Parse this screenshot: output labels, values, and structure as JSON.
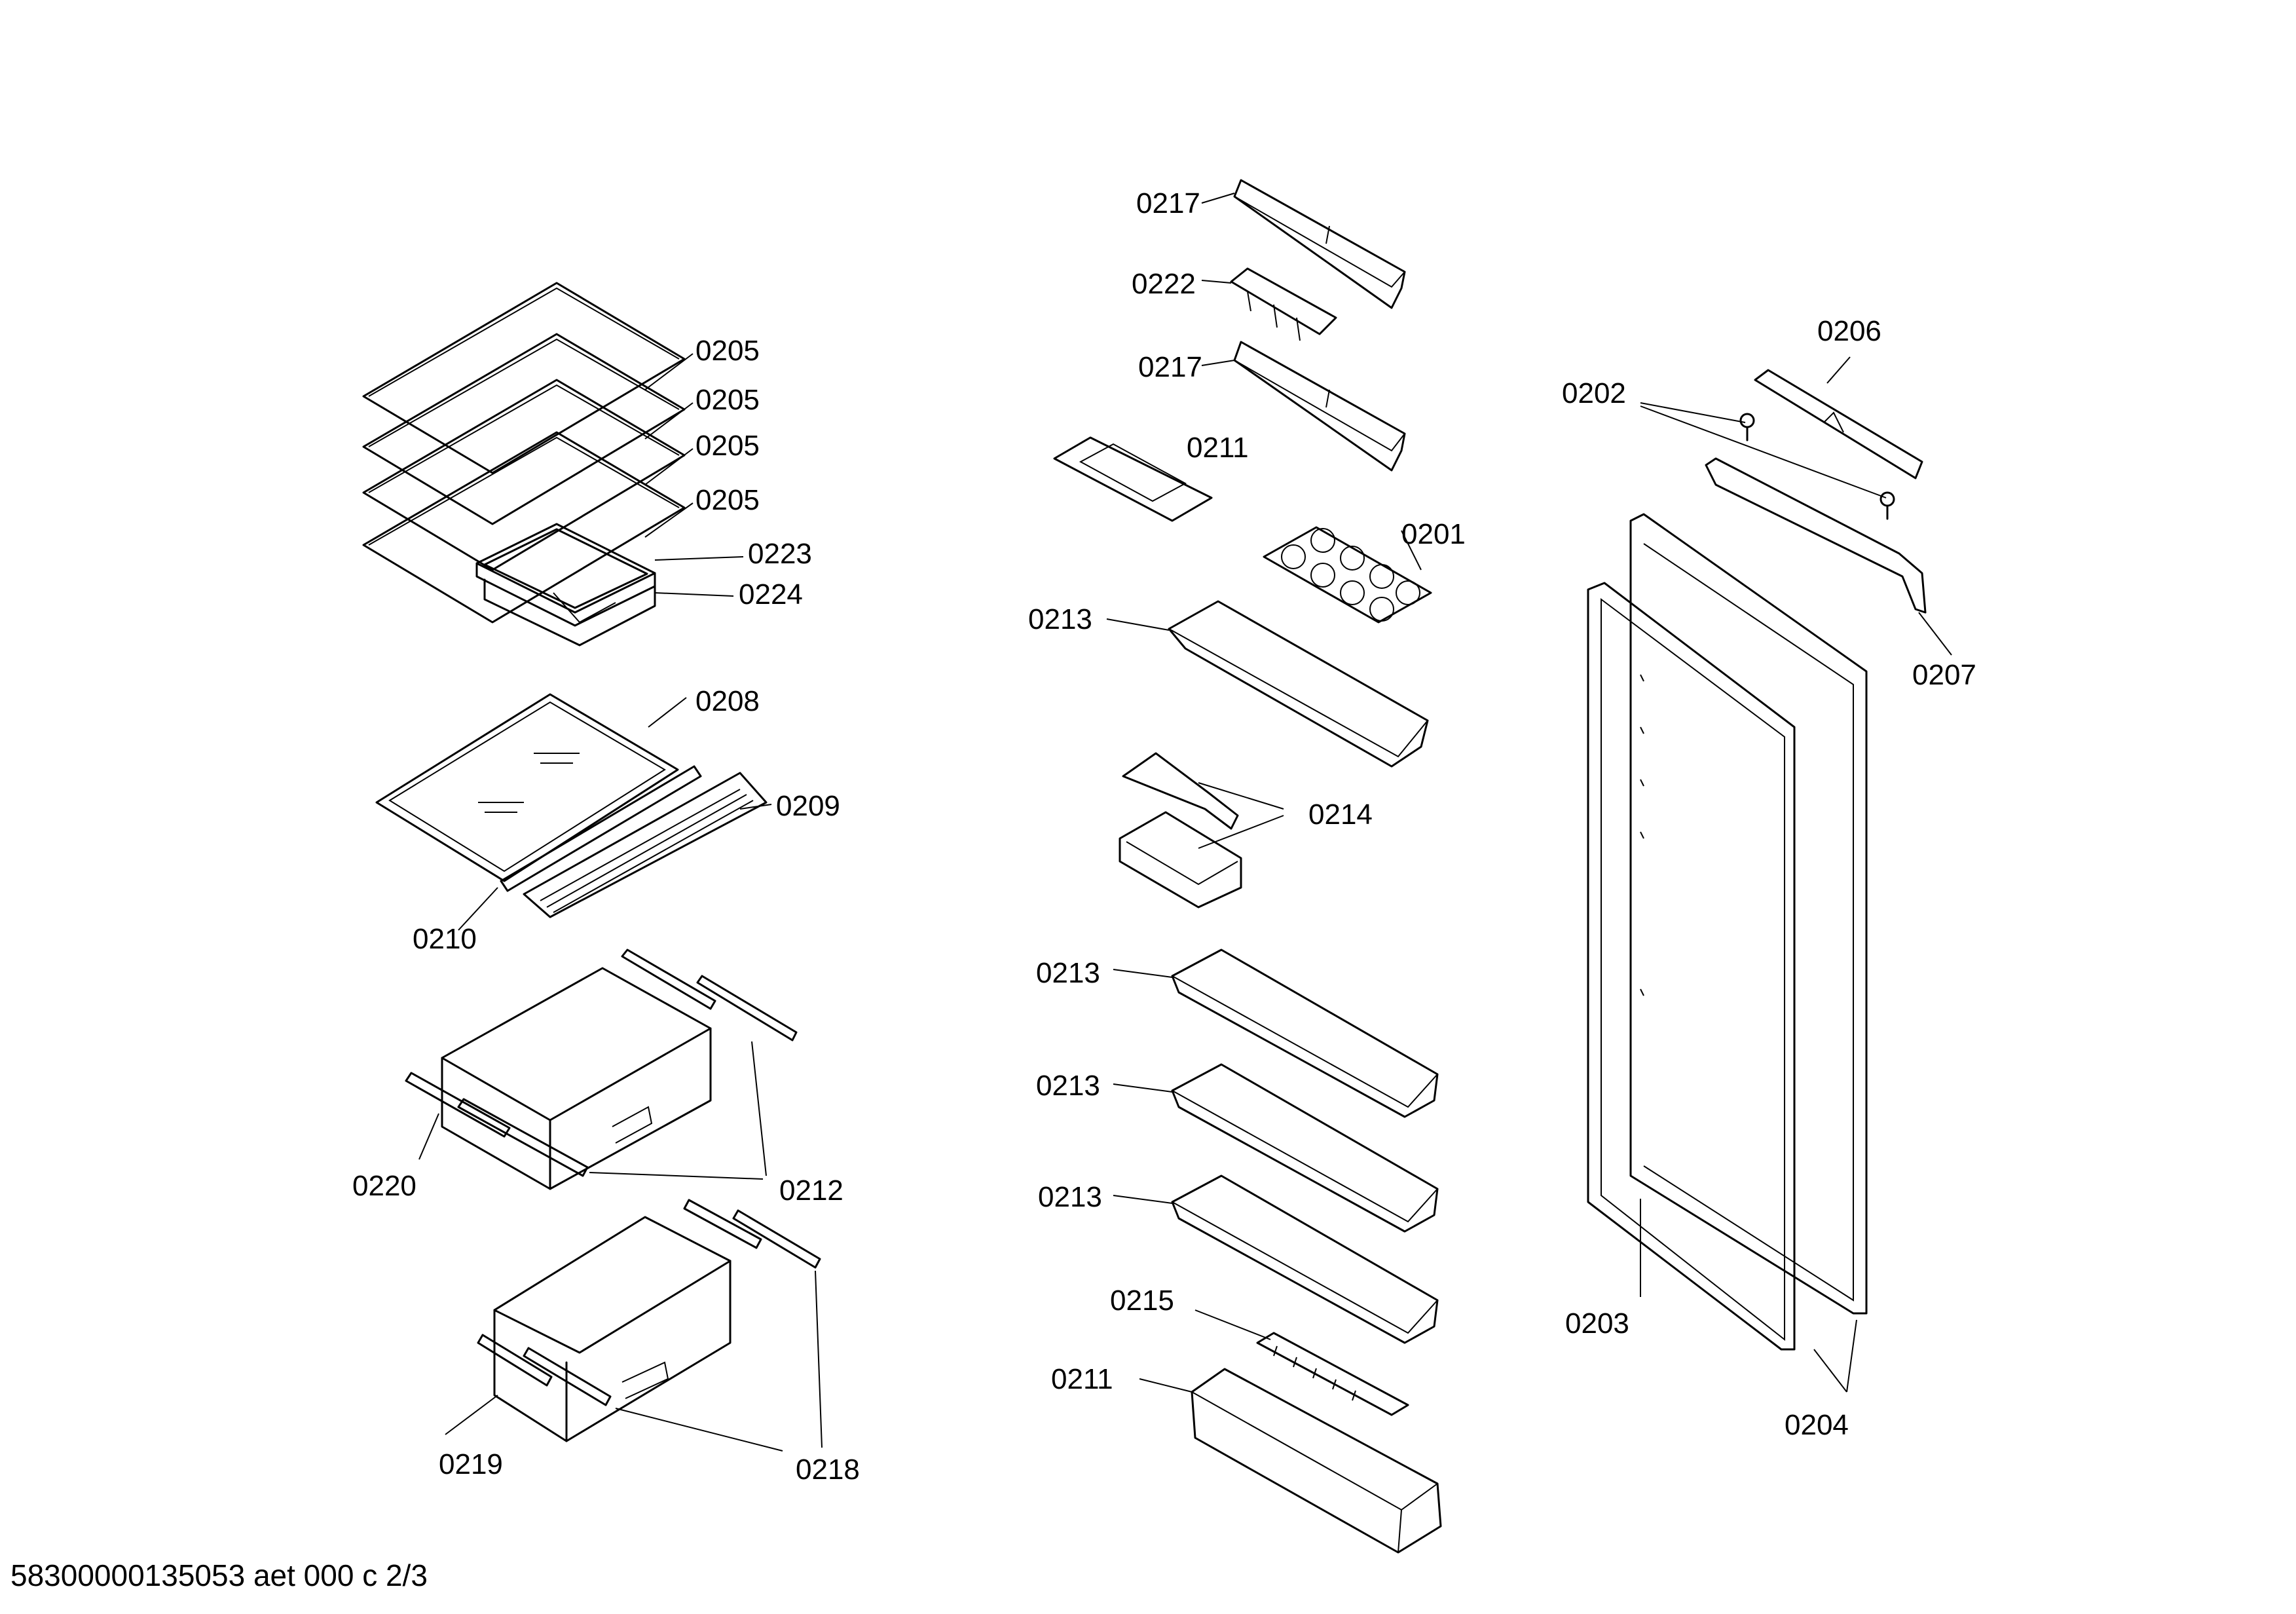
{
  "footer": {
    "code": "58300000135053 aet 000 c 2/3"
  },
  "labels": {
    "p0205a": "0205",
    "p0205b": "0205",
    "p0205c": "0205",
    "p0205d": "0205",
    "p0223": "0223",
    "p0224": "0224",
    "p0208": "0208",
    "p0209": "0209",
    "p0210": "0210",
    "p0220": "0220",
    "p0212": "0212",
    "p0219": "0219",
    "p0218": "0218",
    "p0217a": "0217",
    "p0222": "0222",
    "p0217b": "0217",
    "p0211a": "0211",
    "p0201": "0201",
    "p0213a": "0213",
    "p0214": "0214",
    "p0213b": "0213",
    "p0213c": "0213",
    "p0213d": "0213",
    "p0215": "0215",
    "p0211b": "0211",
    "p0206": "0206",
    "p0202": "0202",
    "p0207": "0207",
    "p0203": "0203",
    "p0204": "0204"
  }
}
